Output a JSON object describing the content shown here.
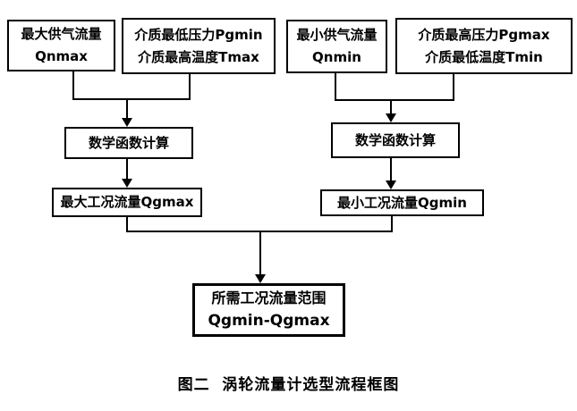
{
  "diagram": {
    "title": "涡轮流量计选型流程框图",
    "caption": "图二  涡轮流量计选型流程框图",
    "colors": {
      "line": "#000000",
      "background": "#ffffff",
      "text": "#000000"
    },
    "nodes": {
      "qnmax": {
        "line1": "最大供气流量",
        "line2": "Qnmax"
      },
      "pgmin_tmax": {
        "line1": "介质最低压力Pgmin",
        "line2": "介质最高温度Tmax"
      },
      "qnmin": {
        "line1": "最小供气流量",
        "line2": "Qnmin"
      },
      "pgmax_tmin": {
        "line1": "介质最高压力Pgmax",
        "line2": "介质最低温度Tmin"
      },
      "calc_left": {
        "line1": "数学函数计算"
      },
      "calc_right": {
        "line1": "数学函数计算"
      },
      "qgmax": {
        "line1": "最大工况流量Qgmax"
      },
      "qgmin": {
        "line1": "最小工况流量Qgmin"
      },
      "result": {
        "line1": "所需工况流量范围",
        "line2": "Qgmin-Qgmax"
      }
    }
  }
}
